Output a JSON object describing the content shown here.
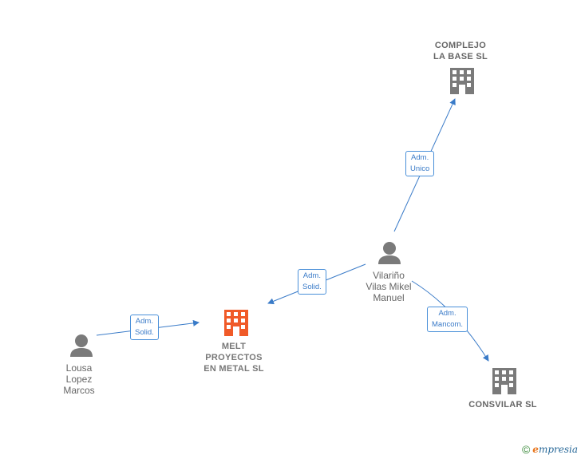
{
  "nodes": {
    "complejo": {
      "label_lines": [
        "COMPLEJO",
        "LA BASE  SL"
      ],
      "type": "company"
    },
    "melt": {
      "label_lines": [
        "MELT",
        "PROYECTOS",
        "EN METAL  SL"
      ],
      "type": "company-focus"
    },
    "consvilar": {
      "label_lines": [
        "CONSVILAR SL"
      ],
      "type": "company"
    },
    "vilarino": {
      "label_lines": [
        "Vilariño",
        "Vilas Mikel",
        "Manuel"
      ],
      "type": "person"
    },
    "lousa": {
      "label_lines": [
        "Lousa",
        "Lopez",
        "Marcos"
      ],
      "type": "person"
    }
  },
  "relations": {
    "vilarino_complejo": {
      "label_lines": [
        "Adm.",
        "Unico"
      ]
    },
    "vilarino_melt": {
      "label_lines": [
        "Adm.",
        "Solid."
      ]
    },
    "lousa_melt": {
      "label_lines": [
        "Adm.",
        "Solid."
      ]
    },
    "vilarino_consvilar": {
      "label_lines": [
        "Adm.",
        "Mancom."
      ]
    }
  },
  "colors": {
    "edge": "#3a7bc8",
    "company_icon": "#7a7a7a",
    "focus_icon": "#f05a28",
    "person_icon": "#7a7a7a"
  },
  "footer": {
    "copyright_symbol": "©",
    "brand_initial": "e",
    "brand_rest": "mpresia"
  }
}
